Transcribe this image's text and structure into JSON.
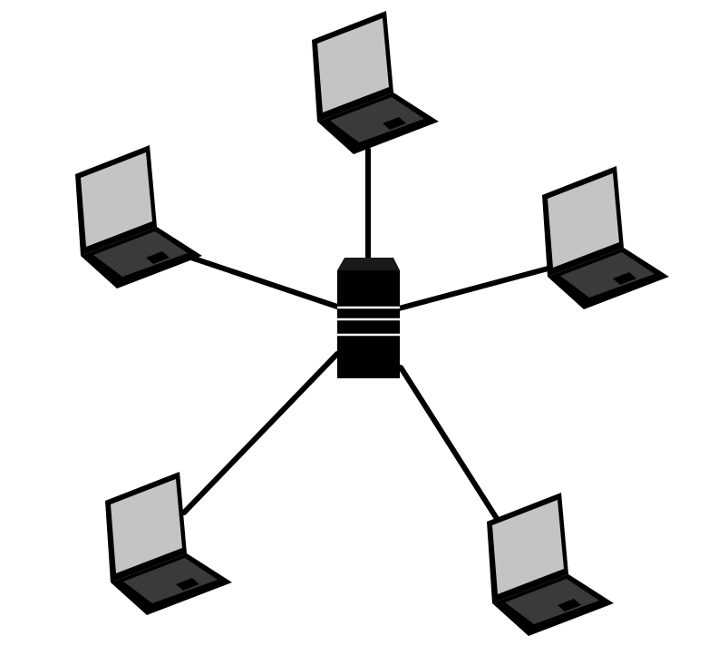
{
  "diagram": {
    "type": "star-network-topology",
    "hub": {
      "icon": "server-icon"
    },
    "nodes": [
      {
        "id": "laptop-top",
        "icon": "laptop-icon"
      },
      {
        "id": "laptop-upper-left",
        "icon": "laptop-icon"
      },
      {
        "id": "laptop-upper-right",
        "icon": "laptop-icon"
      },
      {
        "id": "laptop-lower-left",
        "icon": "laptop-icon"
      },
      {
        "id": "laptop-lower-right",
        "icon": "laptop-icon"
      }
    ],
    "colors": {
      "background": "#ffffff",
      "device_body": "#000000",
      "screen": "#c4c4c4",
      "keyboard": "#3a3a3a",
      "cable": "#000000"
    }
  }
}
